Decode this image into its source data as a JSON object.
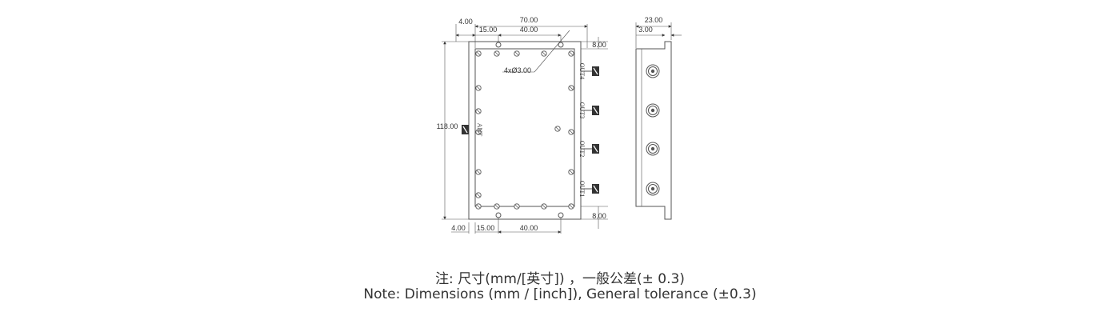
{
  "dimensions": {
    "total_width": "70.00",
    "left_offset_top": "4.00",
    "hole_offset_top": "15.00",
    "hole_spacing_top": "40.00",
    "top_margin": "8.00",
    "bottom_margin": "8.00",
    "height": "118.00",
    "left_offset_bottom": "4.00",
    "hole_offset_bottom": "15.00",
    "hole_spacing_bottom": "40.00",
    "holes": "4xØ3.00",
    "side_depth": "23.00",
    "side_flange": "3.00"
  },
  "ports": {
    "input": "ANT",
    "outputs": [
      "OUT4",
      "OUT3",
      "OUT2",
      "OUT1"
    ]
  },
  "notes": {
    "cn": "注: 尺寸(mm/[英寸]) ，一般公差(± 0.3)",
    "en": "Note: Dimensions (mm / [inch]), General tolerance (±0.3)"
  }
}
